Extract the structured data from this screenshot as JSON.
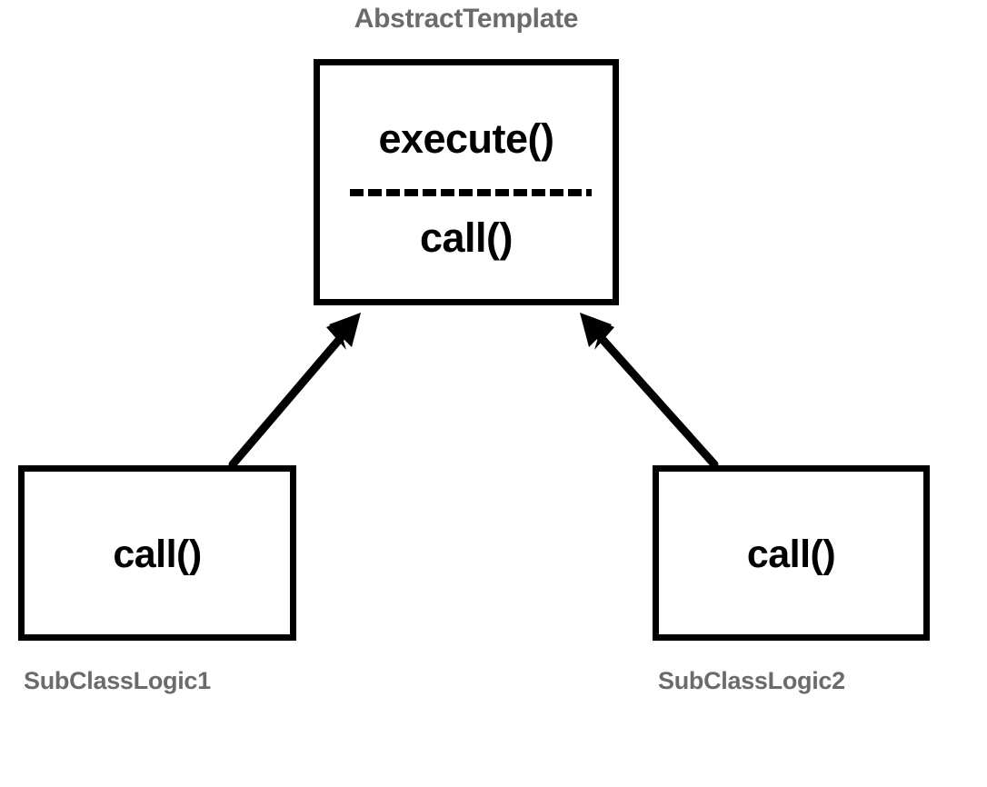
{
  "diagram": {
    "type": "uml-class-diagram",
    "pattern": "Template Method",
    "background_color": "#ffffff",
    "caption_color": "#6b6b6b",
    "line_color": "#000000",
    "classes": [
      {
        "id": "abstract-template",
        "caption": "AbstractTemplate",
        "members": [
          {
            "name": "execute()",
            "section": "top"
          },
          {
            "name": "call()",
            "section": "bottom"
          }
        ],
        "divider": "dashed"
      },
      {
        "id": "sub-class-logic-1",
        "caption": "SubClassLogic1",
        "members": [
          {
            "name": "call()",
            "section": "only"
          }
        ]
      },
      {
        "id": "sub-class-logic-2",
        "caption": "SubClassLogic2",
        "members": [
          {
            "name": "call()",
            "section": "only"
          }
        ]
      }
    ],
    "relationships": [
      {
        "id": "generalization-1",
        "kind": "generalization",
        "from": "sub-class-logic-1",
        "to": "abstract-template",
        "arrow": "filled-triangle"
      },
      {
        "id": "generalization-2",
        "kind": "generalization",
        "from": "sub-class-logic-2",
        "to": "abstract-template",
        "arrow": "filled-triangle"
      }
    ]
  }
}
